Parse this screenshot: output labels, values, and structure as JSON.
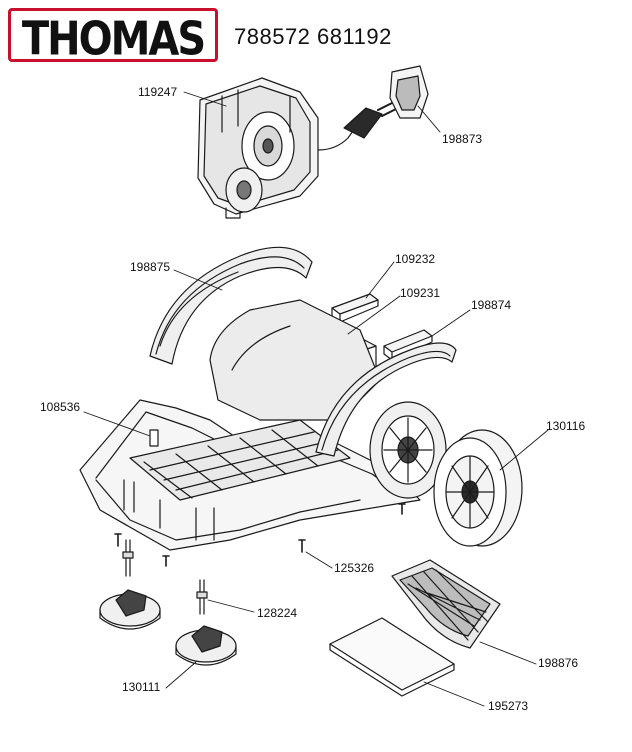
{
  "header": {
    "brand": "THOMAS",
    "model_codes": "788572 681192"
  },
  "colors": {
    "brand_red": "#c8102e",
    "line": "#1a1a1a",
    "fill_light": "#f4f4f4",
    "fill_mid": "#d9d9d9"
  },
  "parts": [
    {
      "id": "119247",
      "label": "119247"
    },
    {
      "id": "198873",
      "label": "198873"
    },
    {
      "id": "198875",
      "label": "198875"
    },
    {
      "id": "109232",
      "label": "109232"
    },
    {
      "id": "109231",
      "label": "109231"
    },
    {
      "id": "198874",
      "label": "198874"
    },
    {
      "id": "108536",
      "label": "108536"
    },
    {
      "id": "130116",
      "label": "130116"
    },
    {
      "id": "125326",
      "label": "125326"
    },
    {
      "id": "128224",
      "label": "128224"
    },
    {
      "id": "198876",
      "label": "198876"
    },
    {
      "id": "130111",
      "label": "130111"
    },
    {
      "id": "195273",
      "label": "195273"
    }
  ]
}
